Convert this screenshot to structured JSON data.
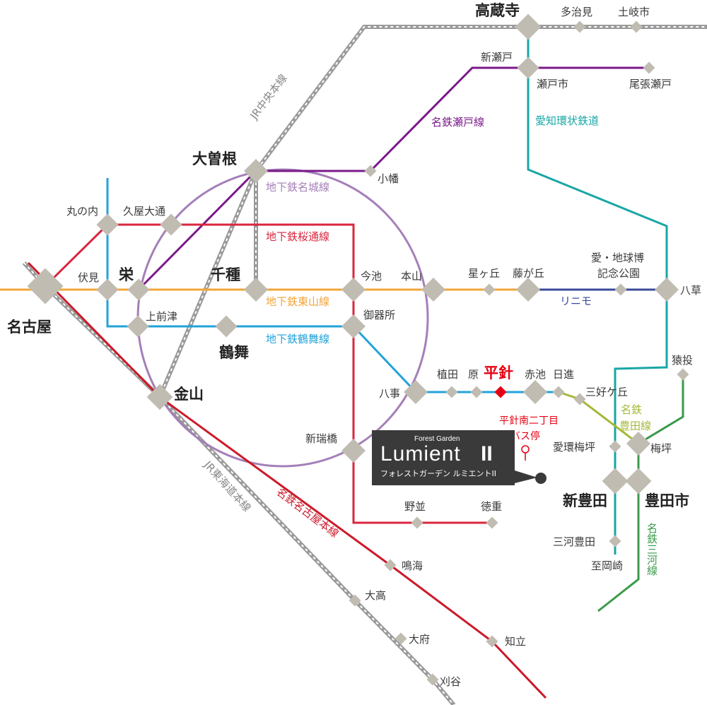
{
  "colors": {
    "jr": "#9a9a9a",
    "meitetsu_seto": "#7b1a8a",
    "aichi_loop": "#1aa6a6",
    "meijo": "#a47fb8",
    "sakuradori": "#d9263f",
    "higashiyama": "#f2a53a",
    "tsurumai": "#21a3d9",
    "linimo": "#3a4a9a",
    "meitetsu_toyota": "#a5b83a",
    "meitetsu_mikawa": "#3a9a4a",
    "meitetsu_nagoya": "#cc1a2a",
    "node": "#c1bcb2",
    "highlight": "#e60012"
  },
  "lines": {
    "jr_chuo": "JR中央本線",
    "meitetsu_seto": "名鉄瀬戸線",
    "aichi_loop": "愛知環状鉄道",
    "meijo": "地下鉄名城線",
    "sakuradori": "地下鉄桜通線",
    "higashiyama": "地下鉄東山線",
    "tsurumai": "地下鉄鶴舞線",
    "linimo": "リニモ",
    "meitetsu_toyota_1": "名鉄",
    "meitetsu_toyota_2": "豊田線",
    "meitetsu_mikawa": "名鉄三河線",
    "jr_tokaido": "JR東海道本線",
    "meitetsu_nagoya": "名鉄名古屋本線"
  },
  "stations": {
    "kozoji": "高蔵寺",
    "tajimi": "多治見",
    "toki": "土岐市",
    "shinseto": "新瀬戸",
    "setoshi": "瀬戸市",
    "owariseto": "尾張瀬戸",
    "ozone": "大曽根",
    "obata": "小幡",
    "marunouchi": "丸の内",
    "hisaya": "久屋大通",
    "fushimi": "伏見",
    "sakae": "栄",
    "chikusa": "千種",
    "imaike": "今池",
    "motoyama": "本山",
    "hoshigaoka": "星ヶ丘",
    "fujigaoka": "藤が丘",
    "expo": "愛・地球博記念公園",
    "yakusa": "八草",
    "nagoya": "名古屋",
    "kamimaezu": "上前津",
    "tsurumai": "鶴舞",
    "gokiso": "御器所",
    "kanayama": "金山",
    "yagoto": "八事",
    "ueda": "植田",
    "hara": "原",
    "hirabari": "平針",
    "akaike": "赤池",
    "nisshin": "日進",
    "sanagi": "猿投",
    "miyoshi": "三好ケ丘",
    "shinmizuhashi": "新瑞橋",
    "aikan_umetsubo": "愛環梅坪",
    "umetsubo": "梅坪",
    "shintoyota": "新豊田",
    "toyotashi": "豊田市",
    "mikawatoyota": "三河豊田",
    "shiokazaki": "至岡崎",
    "nonami": "野並",
    "tokushige": "徳重",
    "narumi": "鳴海",
    "odaka": "大高",
    "obu": "大府",
    "chiryu": "知立",
    "kariya": "刈谷"
  },
  "bus_stop": {
    "line1": "平針南二丁目",
    "line2": "バス停",
    "icon": "bus-stop-pin-icon"
  },
  "property": {
    "tagline": "Forest Garden",
    "name": "Lumient",
    "numeral": "II",
    "subtitle": "フォレストガーデン ルミエントII"
  }
}
